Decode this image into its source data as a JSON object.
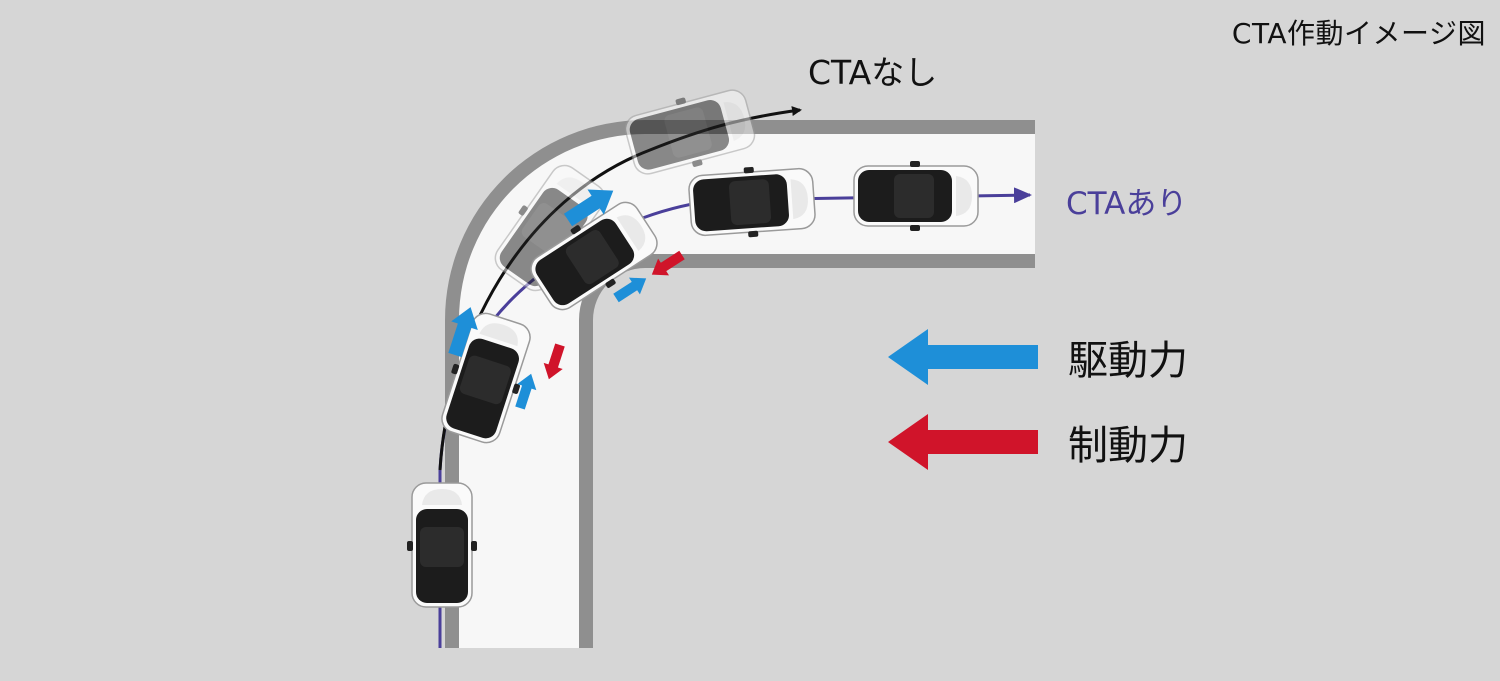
{
  "title": "CTA作動イメージ図",
  "labels": {
    "without_cta": "CTAなし",
    "with_cta": "CTAあり"
  },
  "legend": {
    "drive_force": "駆動力",
    "brake_force": "制動力"
  },
  "colors": {
    "background": "#d6d6d6",
    "road_edge": "#8f8f8f",
    "road_surface": "#f7f7f7",
    "path_without_cta": "#111111",
    "path_with_cta": "#4a3f9a",
    "drive_force": "#1e8fd8",
    "brake_force": "#d0142a",
    "car_body": "#1b1b1b",
    "car_trim": "#ffffff"
  },
  "icons": {
    "drive_arrow": "arrow-left-icon",
    "brake_arrow": "arrow-left-icon"
  }
}
